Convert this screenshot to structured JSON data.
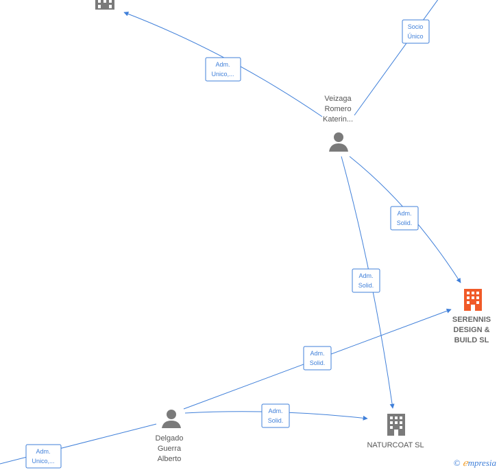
{
  "nodes": {
    "veizaga": {
      "lines": [
        "Veizaga",
        "Romero",
        "Katerin..."
      ]
    },
    "delgado": {
      "lines": [
        "Delgado",
        "Guerra",
        "Alberto"
      ]
    },
    "serennis": {
      "lines": [
        "SERENNIS",
        "DESIGN &",
        "BUILD  SL"
      ]
    },
    "naturcoat": {
      "lines": [
        "NATURCOAT  SL"
      ]
    }
  },
  "edges": {
    "socio_unico": [
      "Socio",
      "Único"
    ],
    "adm_unico_top": [
      "Adm.",
      "Unico,..."
    ],
    "adm_solid_serennis": [
      "Adm.",
      "Solid."
    ],
    "adm_solid_naturcoat": [
      "Adm.",
      "Solid."
    ],
    "adm_solid_delgado_serennis": [
      "Adm.",
      "Solid."
    ],
    "adm_solid_delgado_naturcoat": [
      "Adm.",
      "Solid."
    ],
    "adm_unico_bottom": [
      "Adm.",
      "Unico,..."
    ]
  },
  "colors": {
    "edge": "#3f7fd9",
    "person": "#7a7a7a",
    "company": "#7a7a7a",
    "company_main": "#f05a28"
  },
  "copyright": {
    "symbol": "©",
    "e": "ℯ",
    "brand": "mpresia"
  }
}
